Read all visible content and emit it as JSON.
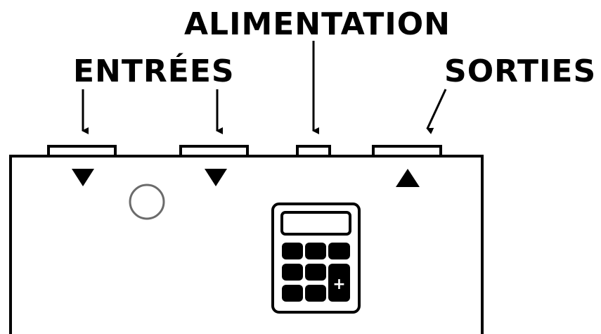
{
  "labels": {
    "power": "ALIMENTATION",
    "inputs": "ENTRÉES",
    "outputs": "SORTIES"
  },
  "calculator": {
    "key_symbol": "+"
  },
  "colors": {
    "stroke": "#000000",
    "button_ring": "#6b6b6b",
    "background": "#ffffff"
  }
}
